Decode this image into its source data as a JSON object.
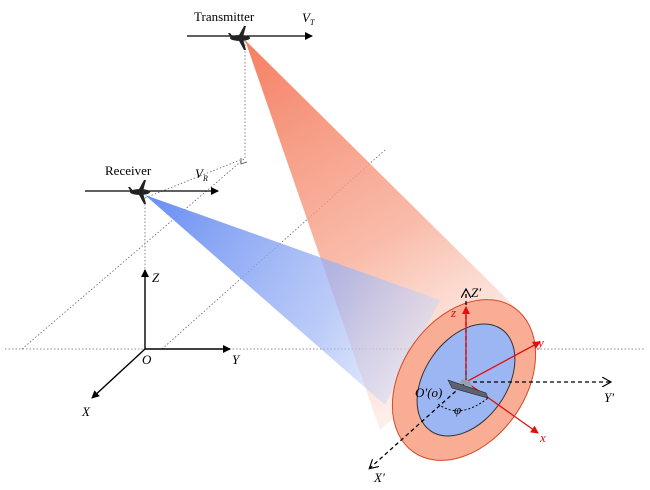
{
  "labels": {
    "transmitter": "Transmitter",
    "receiver": "Receiver",
    "vt": "V",
    "vt_sub": "T",
    "vr": "V",
    "vr_sub": "R",
    "Z": "Z",
    "Y": "Y",
    "X": "X",
    "O": "O",
    "Zp": "Z′",
    "Yp": "Y′",
    "Xp": "X′",
    "origin_p": "O′(o)",
    "z": "z",
    "y": "y",
    "x": "x",
    "phi": "φ"
  },
  "colors": {
    "transmitter_beam": "#f58a6e",
    "receiver_beam": "#7f9ff5",
    "outer_ellipse": "#f9b29a",
    "inner_ellipse": "#9db7f2",
    "target_axes": "#e01010",
    "lines": "#000000"
  },
  "icons": {
    "transmitter_aircraft": "airplane-icon",
    "receiver_aircraft": "airplane-icon",
    "target_ship": "ship-icon"
  }
}
